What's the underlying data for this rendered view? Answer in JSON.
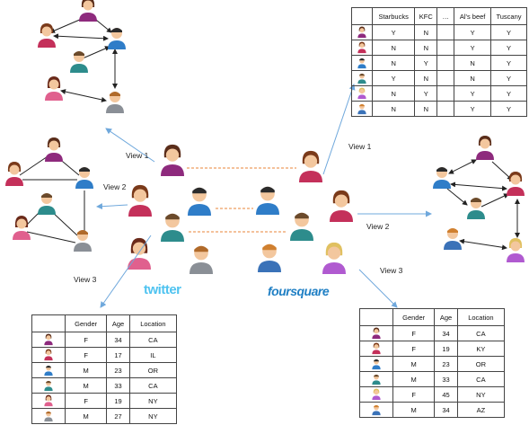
{
  "labels": {
    "view1_left": "View 1",
    "view2_left": "View 2",
    "view3_left": "View 3",
    "view1_right": "View 1",
    "view2_right": "View 2",
    "view3_right": "View 3"
  },
  "logos": {
    "twitter": "twitter",
    "foursquare": "foursquare"
  },
  "colors": {
    "twitter": "#4fc3f0",
    "foursquare": "#1f7fc4",
    "arrow": "#6fa8dc",
    "link": "#e8853a"
  },
  "top_table": {
    "headers": [
      "",
      "Starbucks",
      "KFC",
      "…",
      "Al's beef",
      "Tuscany"
    ],
    "rows": [
      {
        "avatar": "female-purple",
        "cells": [
          "Y",
          "N",
          "",
          "Y",
          "Y"
        ]
      },
      {
        "avatar": "female-red",
        "cells": [
          "N",
          "N",
          "",
          "Y",
          "Y"
        ]
      },
      {
        "avatar": "male-blue",
        "cells": [
          "N",
          "Y",
          "",
          "N",
          "Y"
        ]
      },
      {
        "avatar": "male-teal",
        "cells": [
          "Y",
          "N",
          "",
          "N",
          "Y"
        ]
      },
      {
        "avatar": "female-violet",
        "cells": [
          "N",
          "Y",
          "",
          "Y",
          "Y"
        ]
      },
      {
        "avatar": "male-orange",
        "cells": [
          "N",
          "N",
          "",
          "Y",
          "Y"
        ]
      }
    ]
  },
  "left_table": {
    "headers": [
      "",
      "Gender",
      "Age",
      "Location"
    ],
    "rows": [
      {
        "avatar": "female-purple",
        "cells": [
          "F",
          "34",
          "CA"
        ]
      },
      {
        "avatar": "female-red",
        "cells": [
          "F",
          "17",
          "IL"
        ]
      },
      {
        "avatar": "male-blue",
        "cells": [
          "M",
          "23",
          "OR"
        ]
      },
      {
        "avatar": "male-teal",
        "cells": [
          "M",
          "33",
          "CA"
        ]
      },
      {
        "avatar": "female-pink",
        "cells": [
          "F",
          "19",
          "NY"
        ]
      },
      {
        "avatar": "male-grey",
        "cells": [
          "M",
          "27",
          "NY"
        ]
      }
    ]
  },
  "right_table": {
    "headers": [
      "",
      "Gender",
      "Age",
      "Location"
    ],
    "rows": [
      {
        "avatar": "female-purple",
        "cells": [
          "F",
          "34",
          "CA"
        ]
      },
      {
        "avatar": "female-red",
        "cells": [
          "F",
          "19",
          "KY"
        ]
      },
      {
        "avatar": "male-blue",
        "cells": [
          "M",
          "23",
          "OR"
        ]
      },
      {
        "avatar": "male-teal",
        "cells": [
          "M",
          "33",
          "CA"
        ]
      },
      {
        "avatar": "female-violet",
        "cells": [
          "F",
          "45",
          "NY"
        ]
      },
      {
        "avatar": "male-orange",
        "cells": [
          "M",
          "34",
          "AZ"
        ]
      }
    ]
  }
}
